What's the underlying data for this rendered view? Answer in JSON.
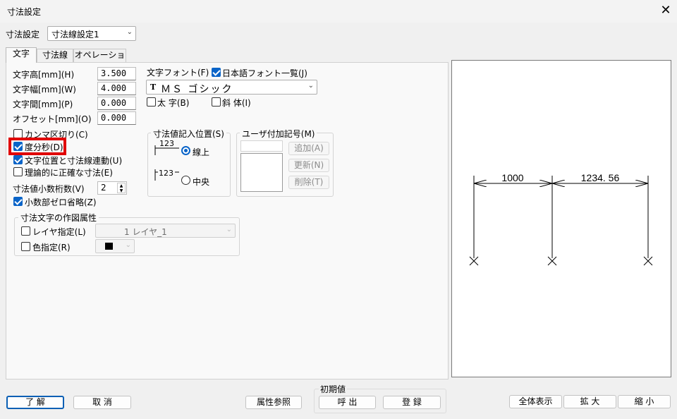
{
  "window": {
    "title": "寸法設定",
    "close_label": "✕"
  },
  "preset": {
    "label": "寸法設定",
    "value": "寸法線設定1"
  },
  "tabs": [
    {
      "label": "文字",
      "active": true
    },
    {
      "label": "寸法線",
      "active": false
    },
    {
      "label": "オペレーション",
      "active": false
    }
  ],
  "fields": {
    "char_height": {
      "label": "文字高[mm](H)",
      "value": "3.500"
    },
    "char_width": {
      "label": "文字幅[mm](W)",
      "value": "4.000"
    },
    "char_spacing": {
      "label": "文字間[mm](P)",
      "value": "0.000"
    },
    "offset": {
      "label": "オフセット[mm](O)",
      "value": "0.000"
    }
  },
  "font": {
    "label": "文字フォント(F)",
    "jp_list_label": "日本語フォント一覧(J)",
    "jp_list_checked": true,
    "tt_glyph": "T",
    "value": "ＭＳ ゴシック",
    "bold_label": "太 字(B)",
    "italic_label": "斜 体(I)"
  },
  "checkboxes": {
    "comma": {
      "label": "カンマ区切り(C)",
      "checked": false
    },
    "dms": {
      "label": "度分秒(D)",
      "checked": true
    },
    "link": {
      "label": "文字位置と寸法線連動(U)",
      "checked": true
    },
    "exact": {
      "label": "理論的に正確な寸法(E)",
      "checked": false
    },
    "zero": {
      "label": "小数部ゼロ省略(Z)",
      "checked": true
    }
  },
  "decimals": {
    "label": "寸法値小数桁数(V)",
    "value": "2"
  },
  "position_group": {
    "title": "寸法値記入位置(S)",
    "sample": "123",
    "on_line": {
      "label": "線上",
      "selected": true
    },
    "center": {
      "label": "中央",
      "selected": false
    }
  },
  "symbol_group": {
    "title": "ユーザ付加記号(M)",
    "add": "追加(A)",
    "update": "更新(N)",
    "delete": "削除(T)"
  },
  "attr_group": {
    "title": "寸法文字の作図属性",
    "layer_label": "レイヤ指定(L)",
    "layer_value": "1 レイヤ_1",
    "color_label": "色指定(R)"
  },
  "preview": {
    "dim1": "1000",
    "dim2": "1234. 56"
  },
  "buttons": {
    "ok": "了 解",
    "cancel": "取 消",
    "attr_ref": "属性参照",
    "initial_title": "初期値",
    "recall": "呼 出",
    "register": "登 録",
    "fit_all": "全体表示",
    "zoom_in": "拡 大",
    "zoom_out": "縮 小"
  },
  "colors": {
    "accent": "#0a64c8",
    "highlight": "#e00000"
  }
}
